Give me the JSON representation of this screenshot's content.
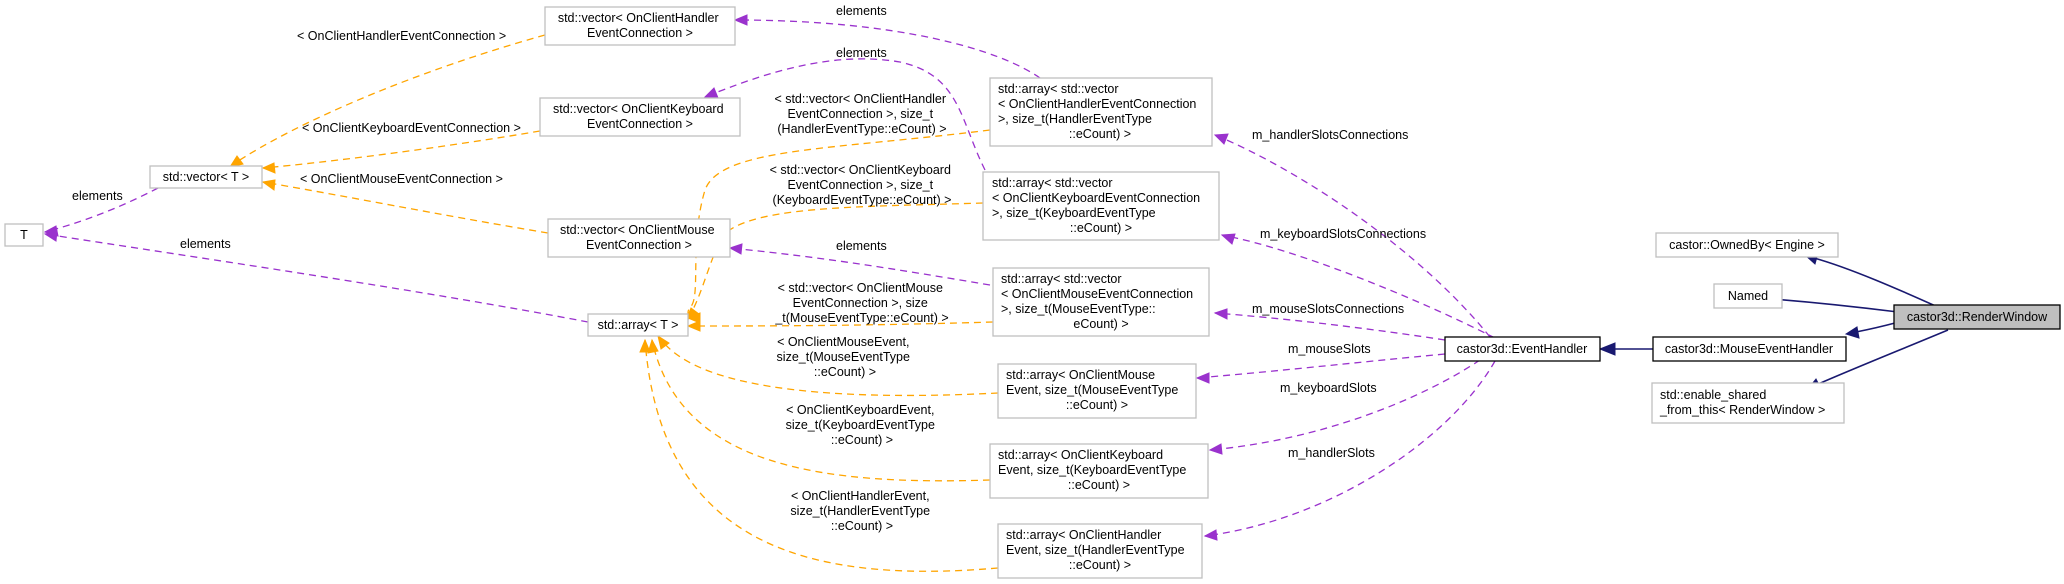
{
  "diagram": {
    "nodes": {
      "T": "T",
      "vec_T": "std::vector< T >",
      "arr_T": "std::array< T >",
      "vec_handler": [
        "std::vector< OnClientHandler",
        "EventConnection >"
      ],
      "vec_keyboard": [
        "std::vector< OnClientKeyboard",
        "EventConnection >"
      ],
      "vec_mouse": [
        "std::vector< OnClientMouse",
        "EventConnection >"
      ],
      "arr_vec_handler": [
        "std::array< std::vector",
        "< OnClientHandlerEventConnection",
        ">, size_t(HandlerEventType",
        "::eCount) >"
      ],
      "arr_vec_keyboard": [
        "std::array< std::vector",
        "< OnClientKeyboardEventConnection",
        ">, size_t(KeyboardEventType",
        "::eCount) >"
      ],
      "arr_vec_mouse": [
        "std::array< std::vector",
        "< OnClientMouseEventConnection",
        ">, size_t(MouseEventType::",
        "eCount) >"
      ],
      "arr_mouse_ev": [
        "std::array< OnClientMouse",
        "Event, size_t(MouseEventType",
        "::eCount) >"
      ],
      "arr_keyboard_ev": [
        "std::array< OnClientKeyboard",
        "Event, size_t(KeyboardEventType",
        "::eCount) >"
      ],
      "arr_handler_ev": [
        "std::array< OnClientHandler",
        "Event, size_t(HandlerEventType",
        "::eCount) >"
      ],
      "event_handler": "castor3d::EventHandler",
      "mouse_event_handler": "castor3d::MouseEventHandler",
      "owned_by": "castor::OwnedBy< Engine >",
      "named": "Named",
      "enable_shared": [
        "std::enable_shared",
        "_from_this< RenderWindow >"
      ],
      "render_window": "castor3d::RenderWindow"
    },
    "edge_labels": {
      "t_vec": "elements",
      "t_arr": "elements",
      "vec_handler_vecT": "< OnClientHandlerEventConnection >",
      "vec_keyboard_vecT": "< OnClientKeyboardEventConnection >",
      "vec_mouse_vecT": "< OnClientMouseEventConnection >",
      "handler_elements": "elements",
      "keyboard_elements": "elements",
      "mouse_elements": "elements",
      "tmpl_vec_handler": [
        "< std::vector< OnClientHandler",
        "EventConnection >, size_t",
        "(HandlerEventType::eCount) >"
      ],
      "tmpl_vec_keyboard": [
        "< std::vector< OnClientKeyboard",
        "EventConnection >, size_t",
        "(KeyboardEventType::eCount) >"
      ],
      "tmpl_vec_mouse": [
        "< std::vector< OnClientMouse",
        "EventConnection >, size",
        "_t(MouseEventType::eCount) >"
      ],
      "tmpl_mouse_ev": [
        "< OnClientMouseEvent,",
        "size_t(MouseEventType",
        "::eCount) >"
      ],
      "tmpl_keyboard_ev": [
        "< OnClientKeyboardEvent,",
        "size_t(KeyboardEventType",
        "::eCount) >"
      ],
      "tmpl_handler_ev": [
        "< OnClientHandlerEvent,",
        "size_t(HandlerEventType",
        "::eCount) >"
      ],
      "m_handlerSlotsConnections": "m_handlerSlotsConnections",
      "m_keyboardSlotsConnections": "m_keyboardSlotsConnections",
      "m_mouseSlotsConnections": "m_mouseSlotsConnections",
      "m_mouseSlots": "m_mouseSlots",
      "m_keyboardSlots": "m_keyboardSlots",
      "m_handlerSlots": "m_handlerSlots"
    },
    "colors": {
      "member_edge": "#9a32cd",
      "template_edge": "#ffa500",
      "inheritance_edge": "#191970",
      "focus_fill": "#bfbfbf",
      "node_border": "#bfbfbf"
    }
  }
}
